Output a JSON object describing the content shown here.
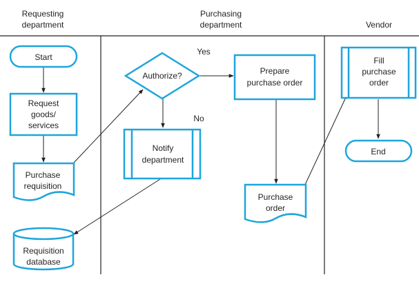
{
  "lanes": [
    {
      "line1": "Requesting",
      "line2": "department"
    },
    {
      "line1": "Purchasing",
      "line2": "department"
    },
    {
      "line1": "Vendor",
      "line2": ""
    }
  ],
  "nodes": {
    "start": {
      "lines": [
        "Start"
      ]
    },
    "request": {
      "lines": [
        "Request",
        "goods/",
        "services"
      ]
    },
    "purchase_requisition": {
      "lines": [
        "Purchase",
        "requisition"
      ]
    },
    "requisition_database": {
      "lines": [
        "Requisition",
        "database"
      ]
    },
    "authorize": {
      "lines": [
        "Authorize?"
      ]
    },
    "notify": {
      "lines": [
        "Notify",
        "department"
      ]
    },
    "prepare": {
      "lines": [
        "Prepare",
        "purchase order"
      ]
    },
    "purchase_order": {
      "lines": [
        "Purchase",
        "order"
      ]
    },
    "fill": {
      "lines": [
        "Fill",
        "purchase",
        "order"
      ]
    },
    "end": {
      "lines": [
        "End"
      ]
    }
  },
  "edge_labels": {
    "yes": "Yes",
    "no": "No"
  },
  "colors": {
    "shape_stroke": "#1da5dc",
    "text": "#231f20",
    "lines": "#231f20"
  }
}
